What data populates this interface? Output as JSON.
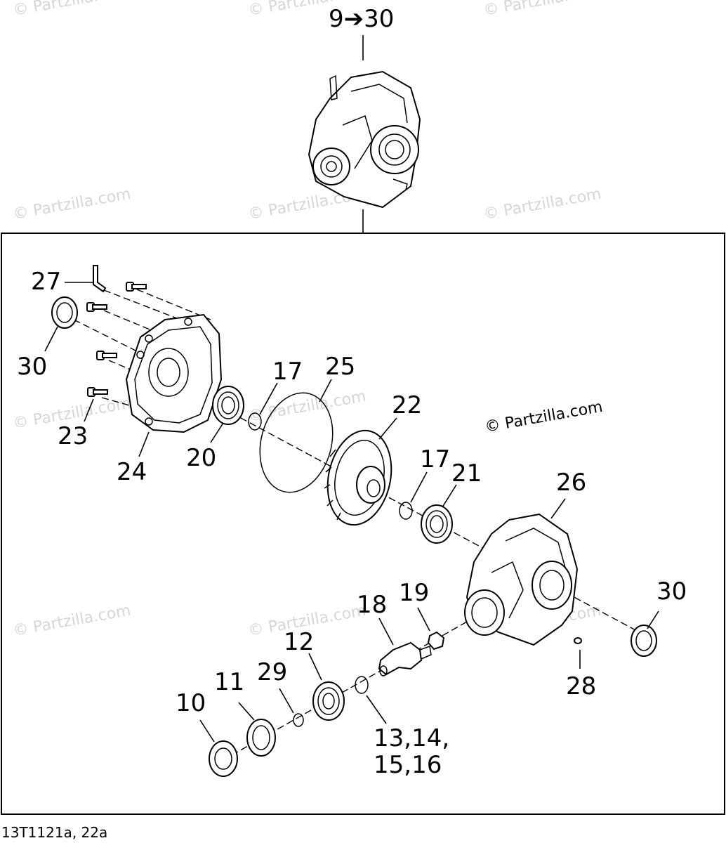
{
  "assembly_callout": "9➔30",
  "watermark": "© Partzilla.com",
  "drawing_code": "13T1121a, 22a",
  "callouts": {
    "c27": "27",
    "c30_left": "30",
    "c23": "23",
    "c24": "24",
    "c20": "20",
    "c17_top": "17",
    "c25": "25",
    "c22": "22",
    "c17_mid": "17",
    "c21": "21",
    "c26": "26",
    "c30_right": "30",
    "c18": "18",
    "c19": "19",
    "c12": "12",
    "c11": "11",
    "c29": "29",
    "c10": "10",
    "c28": "28",
    "c13_line1": "13,14,",
    "c13_line2": "15,16"
  }
}
